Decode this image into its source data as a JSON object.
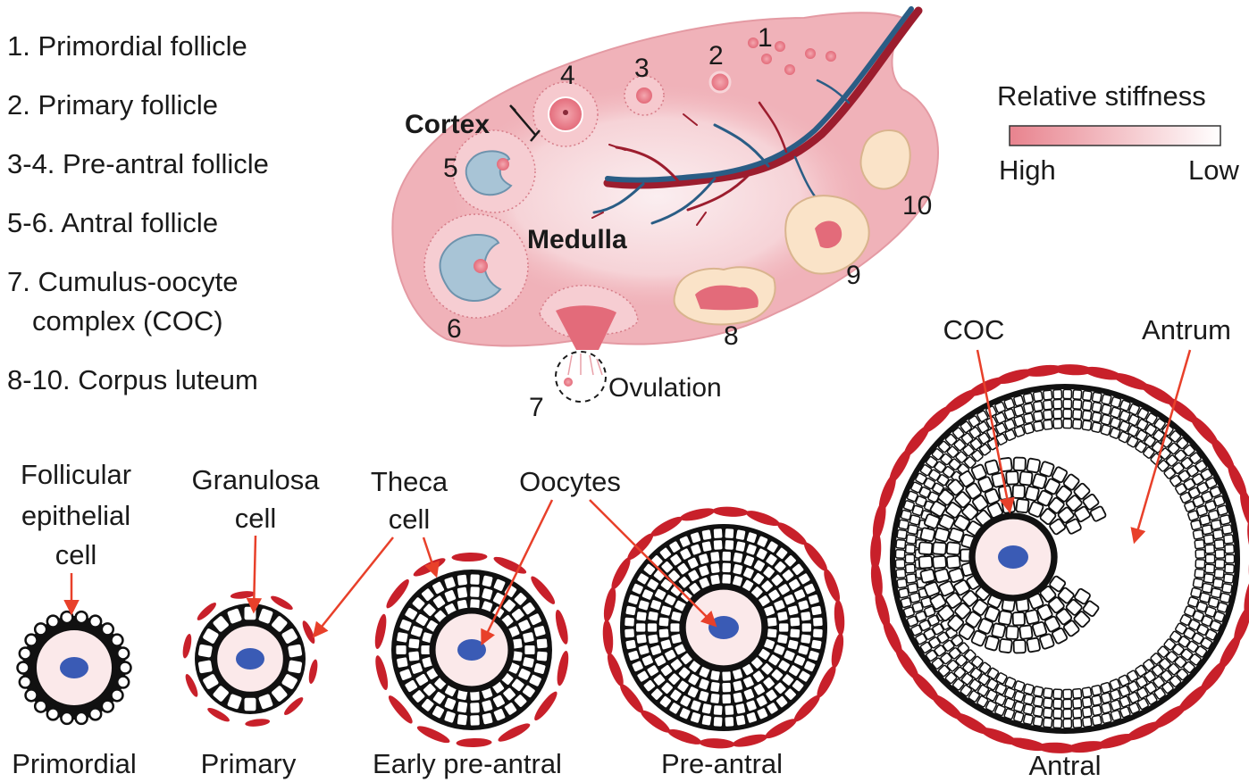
{
  "legend": {
    "items": [
      "1. Primordial follicle",
      "2. Primary follicle",
      "3-4. Pre-antral follicle",
      "5-6. Antral follicle",
      "7. Cumulus-oocyte",
      "complex (COC)",
      "8-10. Corpus luteum"
    ]
  },
  "stiffness": {
    "title": "Relative stiffness",
    "high": "High",
    "low": "Low",
    "colors": {
      "high": "#e8838e",
      "low": "#ffffff"
    }
  },
  "ovary": {
    "cortex": "Cortex",
    "medulla": "Medulla",
    "ovulation": "Ovulation",
    "markers": [
      "1",
      "2",
      "3",
      "4",
      "5",
      "6",
      "7",
      "8",
      "9",
      "10"
    ],
    "colors": {
      "tissue": "#f2b9bf",
      "medulla": "#f8dde0",
      "vein": "#2a5d85",
      "artery": "#9c1d2e"
    }
  },
  "stages": {
    "labels": [
      "Primordial",
      "Primary",
      "Early pre-antral",
      "Pre-antral",
      "Antral"
    ],
    "annotations": {
      "follicular_line1": "Follicular",
      "follicular_line2": "epithelial",
      "follicular_line3": "cell",
      "granulosa_line1": "Granulosa",
      "granulosa_line2": "cell",
      "theca_line1": "Theca",
      "theca_line2": "cell",
      "oocytes": "Oocytes",
      "coc": "COC",
      "antrum": "Antrum"
    },
    "colors": {
      "oocyte": "#fbe9ea",
      "nucleus": "#3a5bb5",
      "theca": "#c8202a",
      "arrow": "#e8402a"
    }
  }
}
